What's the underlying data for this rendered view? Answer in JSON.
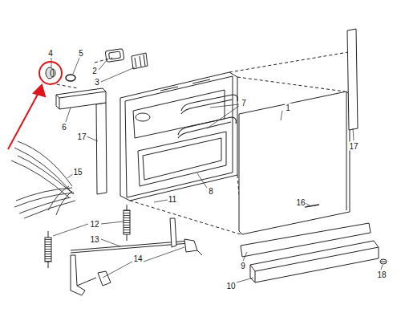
{
  "diagram": {
    "labels": [
      "4",
      "5",
      "2",
      "3",
      "7",
      "1",
      "6",
      "17",
      "17",
      "15",
      "8",
      "11",
      "16",
      "12",
      "13",
      "14",
      "9",
      "10",
      "18"
    ]
  }
}
